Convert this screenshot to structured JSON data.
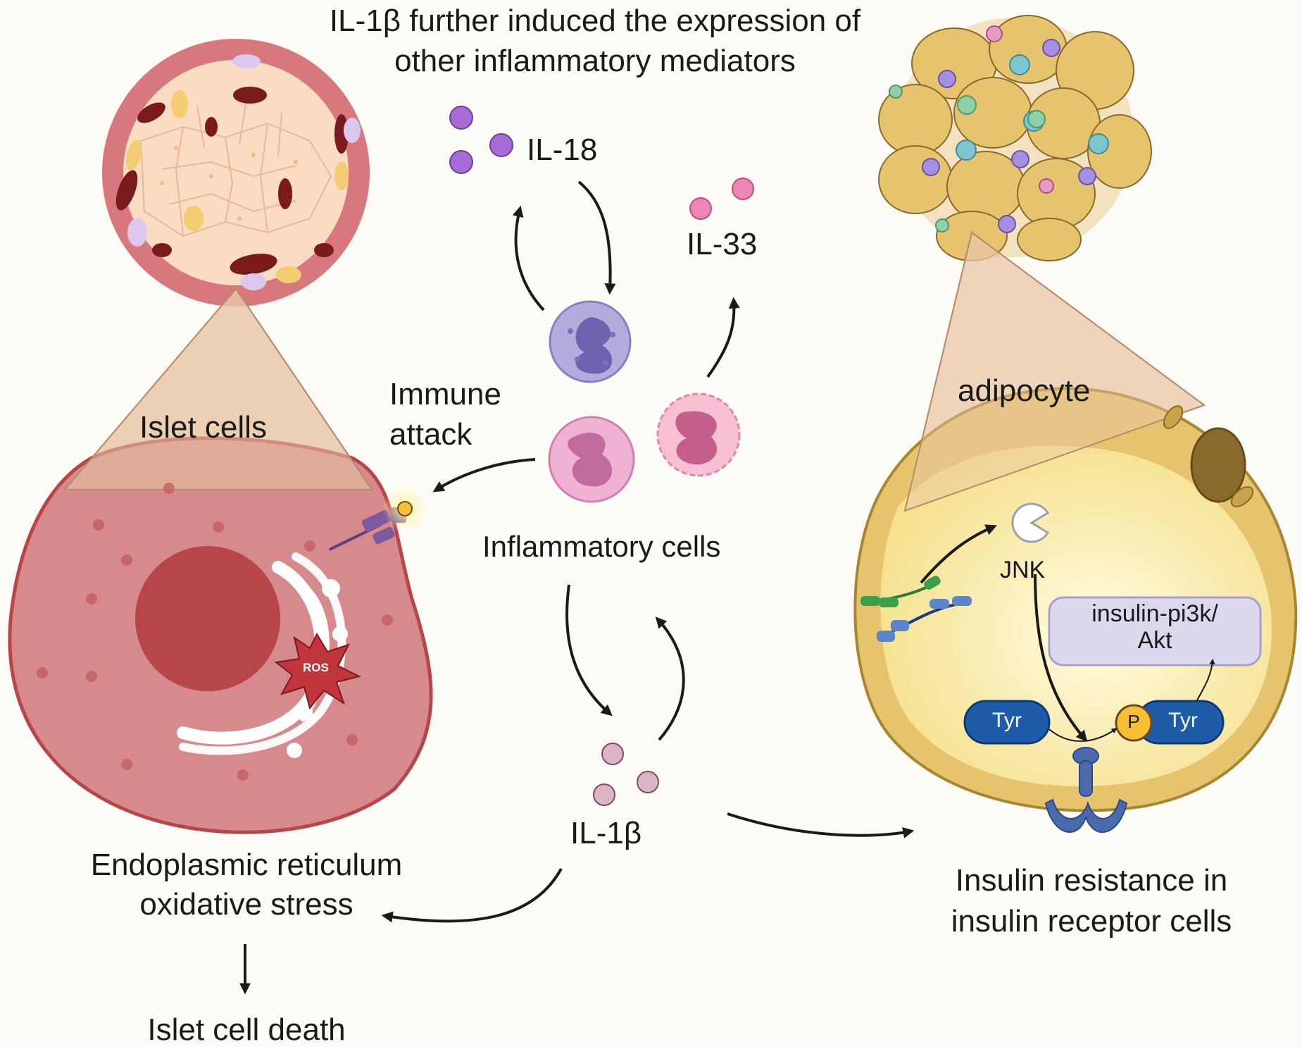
{
  "header": {
    "line1": "IL-1β further induced the expression of",
    "line2": "other inflammatory mediators"
  },
  "labels": {
    "il18": "IL-18",
    "il33": "IL-33",
    "il1b": "IL-1β",
    "immune_attack_1": "Immune",
    "immune_attack_2": "attack",
    "islet_cells": "Islet cells",
    "inflammatory_cells": "Inflammatory cells",
    "adipocyte": "adipocyte",
    "ros": "ROS",
    "jnk": "JNK",
    "pathway_line1": "insulin-pi3k/",
    "pathway_line2": "Akt",
    "tyr_left": "Tyr",
    "tyr_right": "Tyr",
    "phospho": "P",
    "er_stress_1": "Endoplasmic reticulum",
    "er_stress_2": "oxidative stress",
    "islet_death": "Islet cell death",
    "insulin_res_1": "Insulin resistance in",
    "insulin_res_2": "insulin receptor cells"
  },
  "colors": {
    "background": "#fdfbf5",
    "islet_cell": "#d68a8c",
    "nucleus": "#b84649",
    "adipocyte_fill": "#fbf0b4",
    "adipocyte_border": "#c9a24a",
    "il18_dot": "#a66bd6",
    "il33_dot": "#ec86b4",
    "il1b_dot": "#dcb4c6",
    "tyr_box": "#1f5ca8",
    "arrow": "#1a1a1a"
  }
}
